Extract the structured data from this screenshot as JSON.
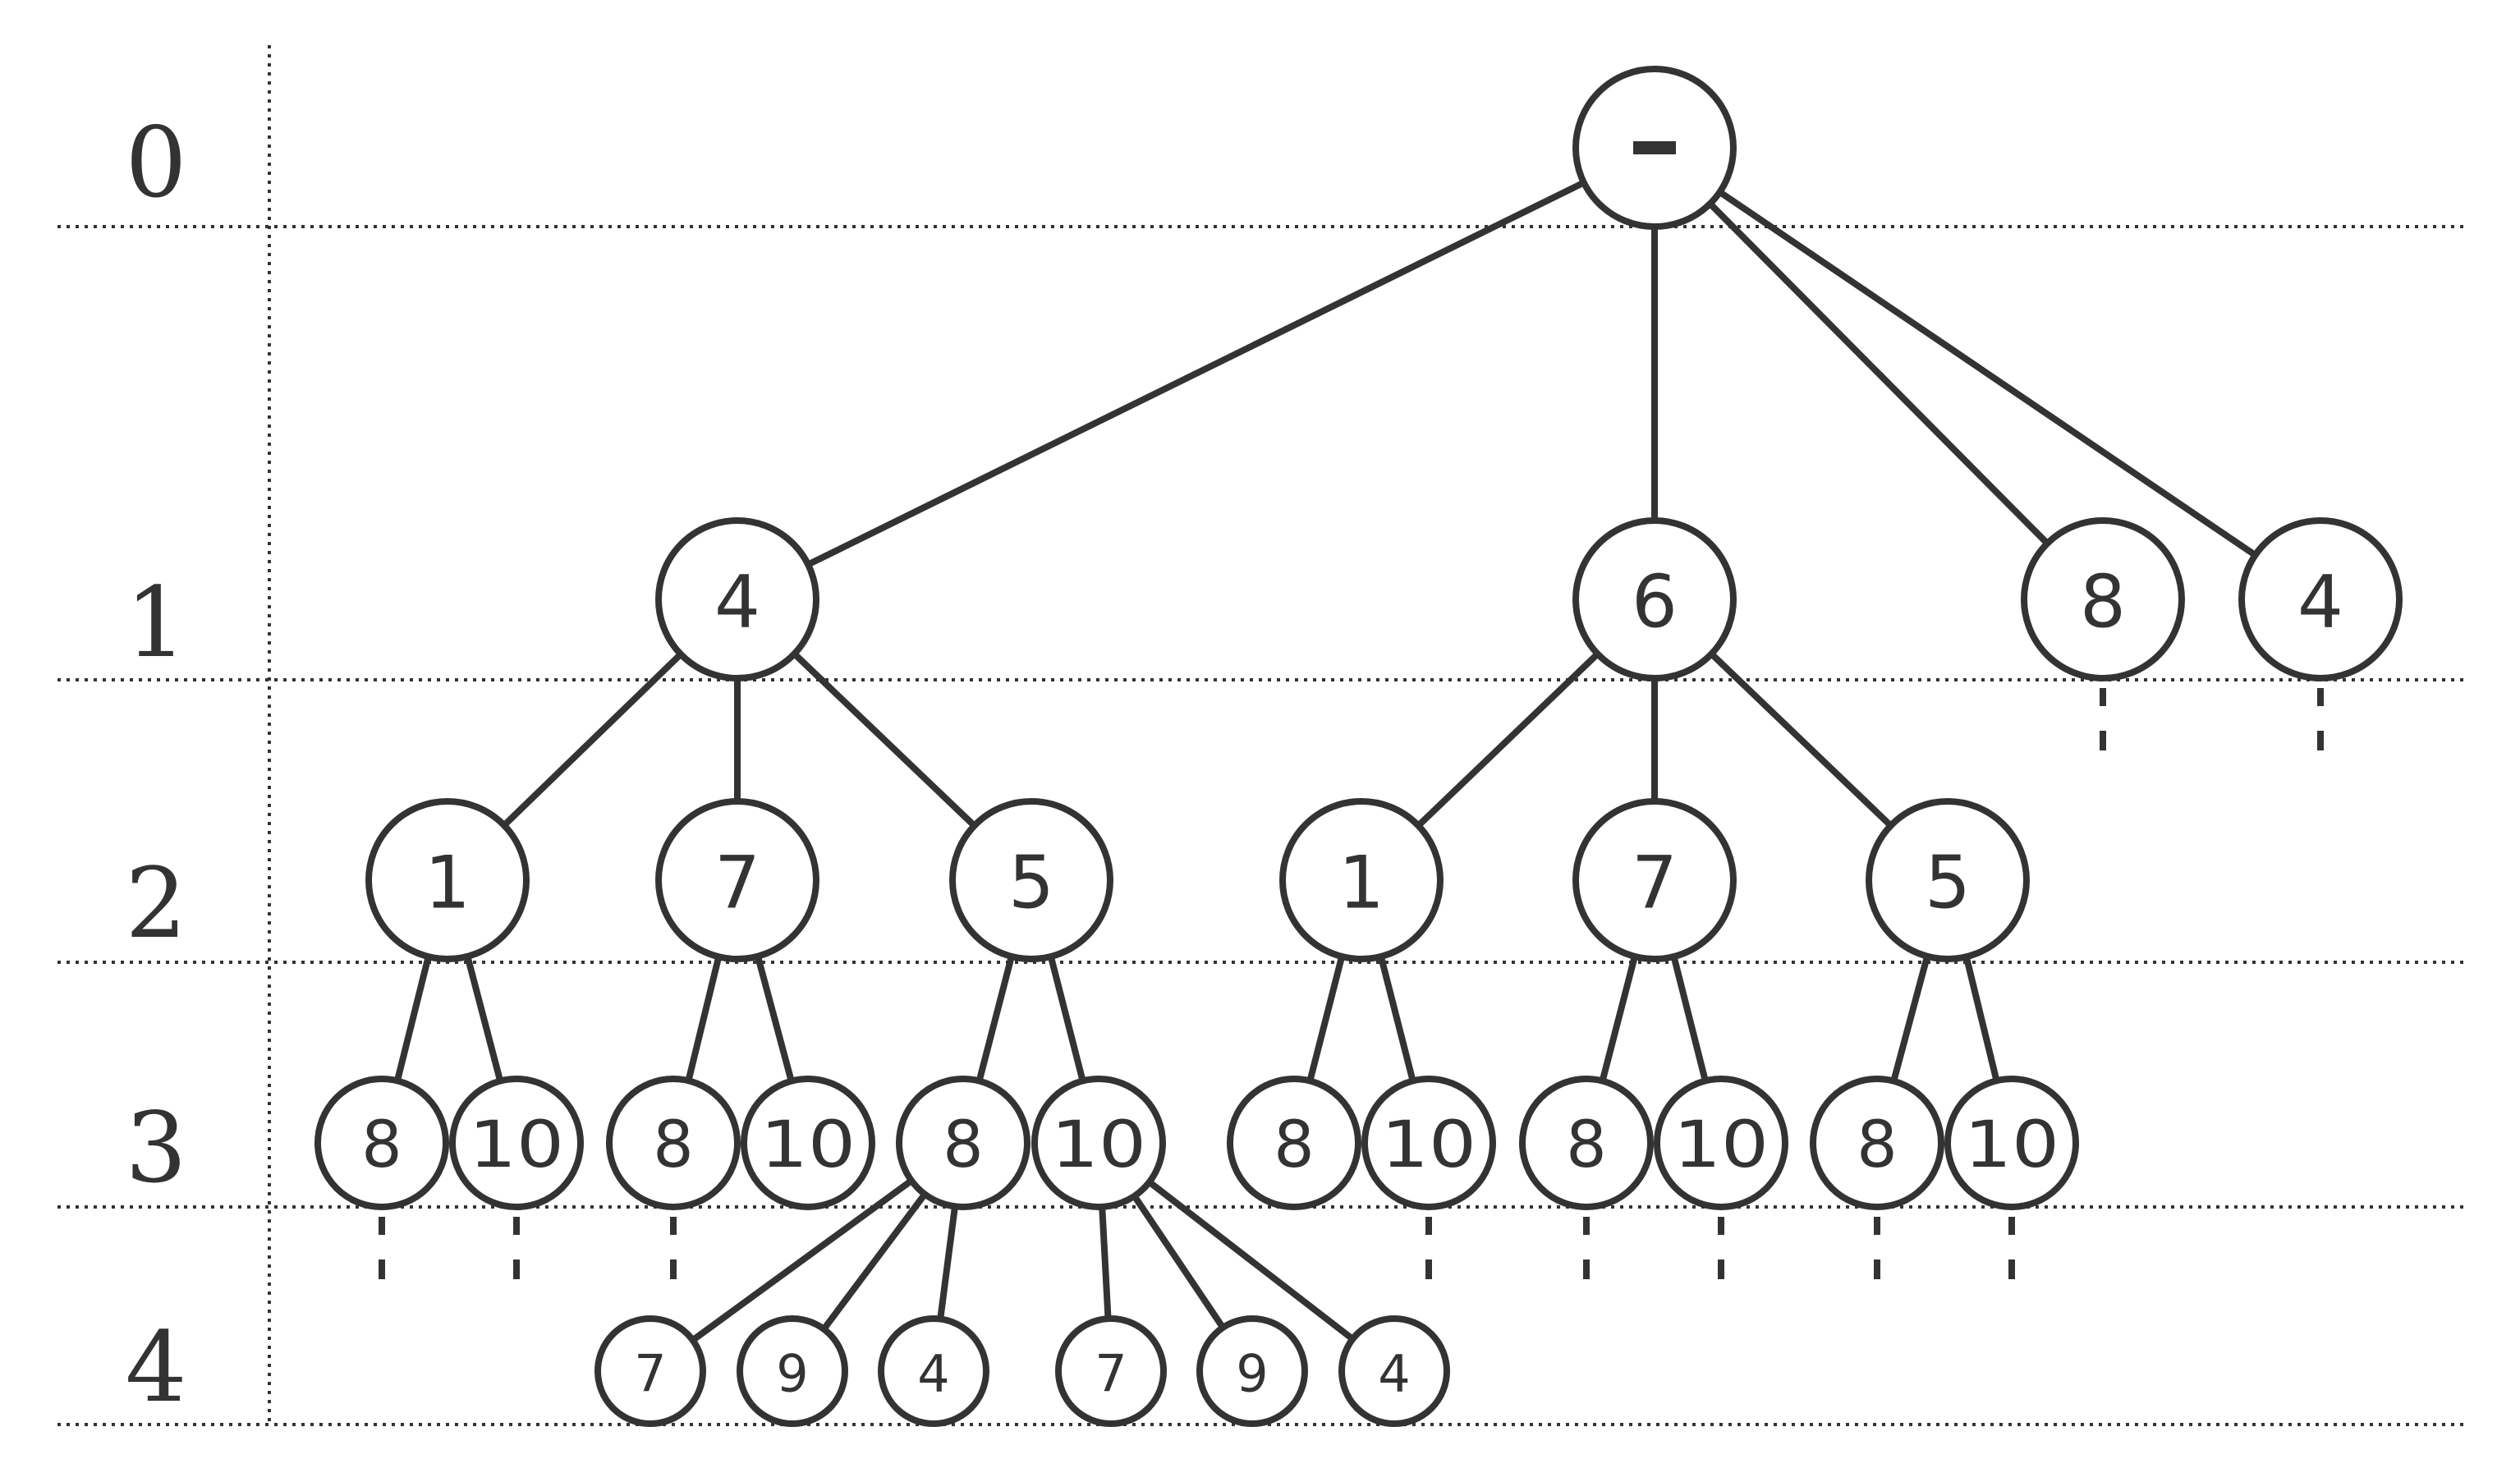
{
  "colors": {
    "ink": "#333333",
    "background": "#ffffff"
  },
  "levels": [
    "0",
    "1",
    "2",
    "3",
    "4"
  ],
  "tree": {
    "label": "-",
    "children": [
      {
        "label": "4",
        "children": [
          {
            "label": "1",
            "children": [
              {
                "label": "8",
                "truncated": true
              },
              {
                "label": "10",
                "truncated": true
              }
            ]
          },
          {
            "label": "7",
            "children": [
              {
                "label": "8",
                "truncated": true
              },
              {
                "label": "10"
              }
            ]
          },
          {
            "label": "5",
            "children": [
              {
                "label": "8",
                "children": [
                  {
                    "label": "7"
                  },
                  {
                    "label": "9"
                  },
                  {
                    "label": "4"
                  }
                ]
              },
              {
                "label": "10",
                "children": [
                  {
                    "label": "7"
                  },
                  {
                    "label": "9"
                  },
                  {
                    "label": "4"
                  }
                ]
              }
            ]
          }
        ]
      },
      {
        "label": "6",
        "children": [
          {
            "label": "1",
            "children": [
              {
                "label": "8"
              },
              {
                "label": "10",
                "truncated": true
              }
            ]
          },
          {
            "label": "7",
            "children": [
              {
                "label": "8",
                "truncated": true
              },
              {
                "label": "10",
                "truncated": true
              }
            ]
          },
          {
            "label": "5",
            "children": [
              {
                "label": "8",
                "truncated": true
              },
              {
                "label": "10",
                "truncated": true
              }
            ]
          }
        ]
      },
      {
        "label": "8",
        "truncated": true
      },
      {
        "label": "4",
        "truncated": true
      }
    ]
  }
}
